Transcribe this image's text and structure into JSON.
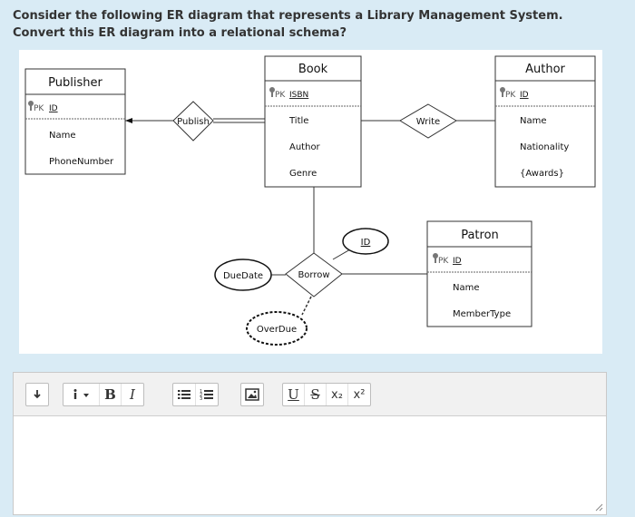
{
  "question": {
    "line1": "Consider the following ER diagram that represents a Library Management System.",
    "line2": "Convert this ER diagram into a relational schema?"
  },
  "diagram": {
    "entities": {
      "publisher": {
        "title": "Publisher",
        "pk_label": "PK",
        "pk_name": "ID",
        "attrs": [
          "Name",
          "PhoneNumber"
        ]
      },
      "book": {
        "title": "Book",
        "pk_label": "PK",
        "pk_name": "ISBN",
        "attrs": [
          "Title",
          "Author",
          "Genre"
        ]
      },
      "author": {
        "title": "Author",
        "pk_label": "PK",
        "pk_name": "ID",
        "attrs": [
          "Name",
          "Nationality",
          "{Awards}"
        ]
      },
      "patron": {
        "title": "Patron",
        "pk_label": "PK",
        "pk_name": "ID",
        "attrs": [
          "Name",
          "MemberType"
        ]
      }
    },
    "relationships": {
      "publish": "Publish",
      "write": "Write",
      "borrow": "Borrow"
    },
    "attributes": {
      "duedate": "DueDate",
      "id": "ID",
      "overdue": "OverDue"
    }
  },
  "editor": {
    "toolbar": {
      "paragraph_icon": "paragraph-format-icon",
      "info_icon": "info-dropdown-icon",
      "bold_label": "B",
      "italic_label": "I",
      "bullet_icon": "bullet-list-icon",
      "number_icon": "numbered-list-icon",
      "image_icon": "image-icon",
      "underline_label": "U",
      "strike_label": "S",
      "subscript_label": "x₂",
      "superscript_label": "x²"
    },
    "content": ""
  }
}
